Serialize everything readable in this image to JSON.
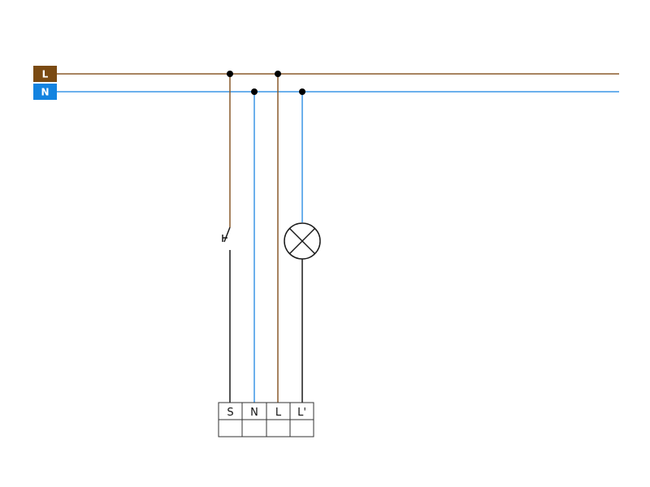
{
  "colors": {
    "live": "#8a5a2b",
    "live_badge": "#7a4a12",
    "neutral": "#3c96e6",
    "neutral_badge": "#1383e0",
    "switched": "#1a1a1a",
    "node": "#000000"
  },
  "buses": {
    "live_label": "L",
    "neutral_label": "N"
  },
  "terminal_block": {
    "terminals": [
      "S",
      "N",
      "L",
      "L'"
    ]
  },
  "components": {
    "switch": "switch-symbol",
    "lamp": "lamp-symbol"
  }
}
